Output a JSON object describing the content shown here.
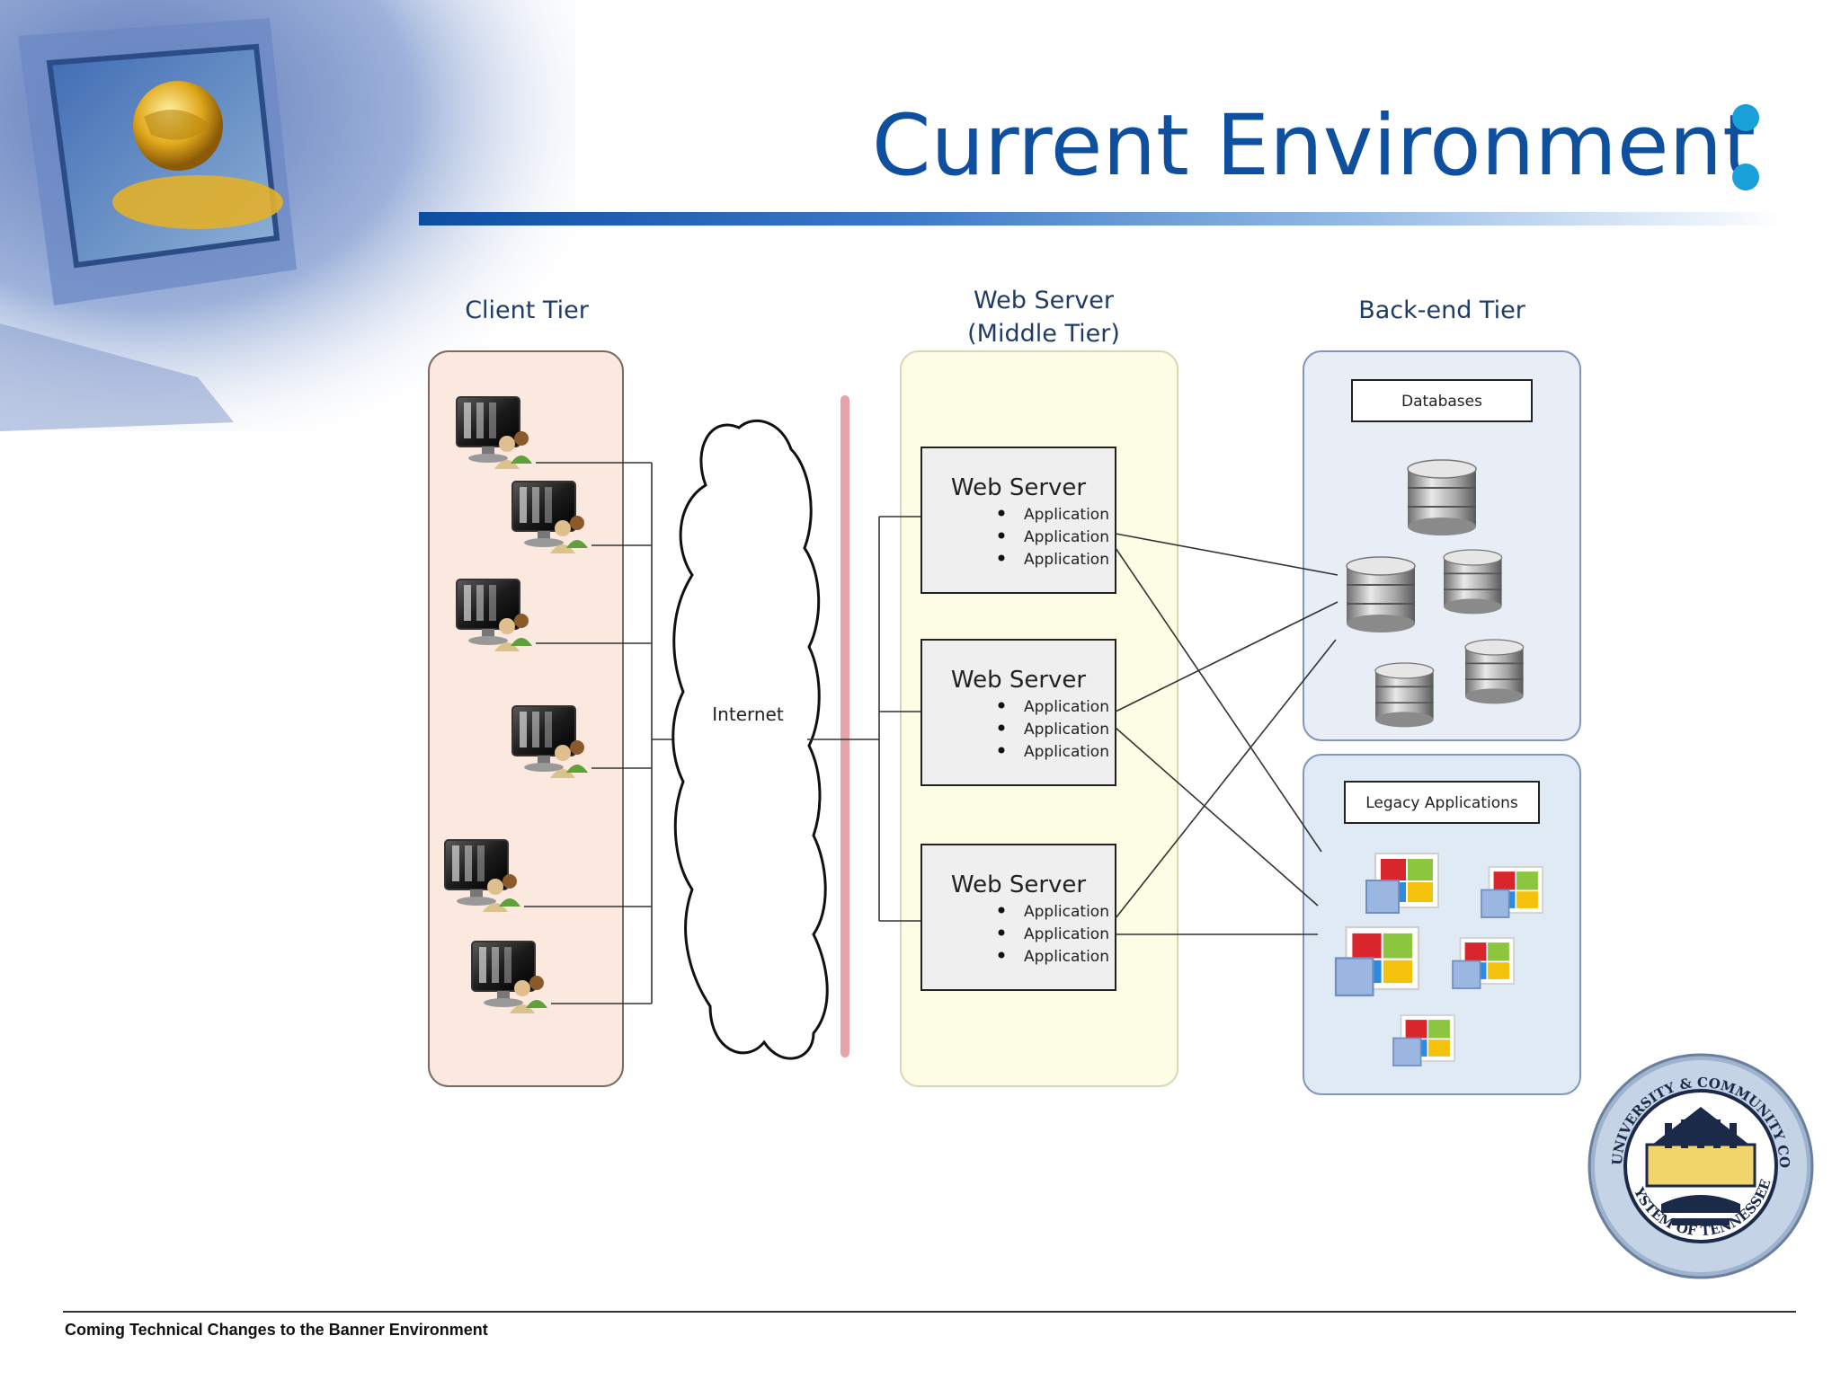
{
  "slide": {
    "title": "Current Environment",
    "footer": "Coming Technical Changes to the Banner Environment",
    "accent_color": "#0e4f9e",
    "dot_color": "#1aa0d8"
  },
  "diagram": {
    "tiers": {
      "client": {
        "label": "Client Tier",
        "fill": "#fbe9df"
      },
      "middle": {
        "label_line1": "Web Server",
        "label_line2": "(Middle Tier)",
        "fill": "#fdfde6"
      },
      "backend": {
        "label": "Back-end Tier",
        "fill_databases": "#e8edf6",
        "fill_legacy": "#dfeaf4"
      }
    },
    "internet_label": "Internet",
    "web_servers": [
      {
        "title": "Web Server",
        "items": [
          "Application",
          "Application",
          "Application"
        ]
      },
      {
        "title": "Web Server",
        "items": [
          "Application",
          "Application",
          "Application"
        ]
      },
      {
        "title": "Web Server",
        "items": [
          "Application",
          "Application",
          "Application"
        ]
      }
    ],
    "databases_label": "Databases",
    "legacy_label": "Legacy Applications",
    "client_count": 6,
    "firewall_color": "#e7a3a6"
  },
  "seal": {
    "text": "STATE UNIVERSITY & COMMUNITY COLLEGE SYSTEM OF TENNESSEE"
  }
}
